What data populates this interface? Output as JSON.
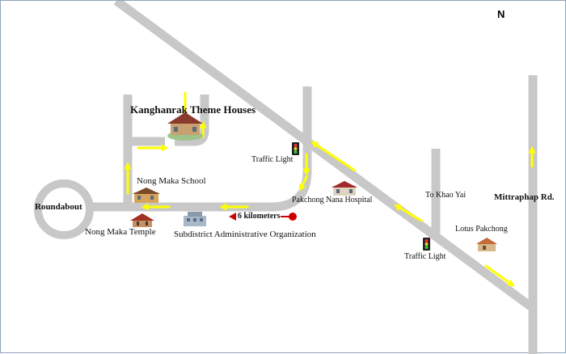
{
  "map": {
    "north": "N",
    "labels": {
      "theme_houses": "Kanghanrak Theme Houses",
      "traffic_light_1": "Traffic Light",
      "school": "Nong Maka School",
      "roundabout": "Roundabout",
      "hospital": "Pakchong Nana Hospital",
      "to_khao_yai": "To Khao Yai",
      "mittraphap": "Mittraphap Rd.",
      "distance": "6 kilometers",
      "temple": "Nong Maka Temple",
      "sao": "Subdistrict Administrative Organization",
      "lotus": "Lotus Pakchong",
      "traffic_light_2": "Traffic Light"
    },
    "colors": {
      "road": "#c8c8c8",
      "arrow": "#ffff00",
      "marker": "#cc0000",
      "border": "#8fa3b8"
    },
    "icons": [
      "house-icon",
      "school-icon",
      "temple-icon",
      "office-icon",
      "hospital-icon",
      "store-icon",
      "traffic-light-icon"
    ]
  }
}
